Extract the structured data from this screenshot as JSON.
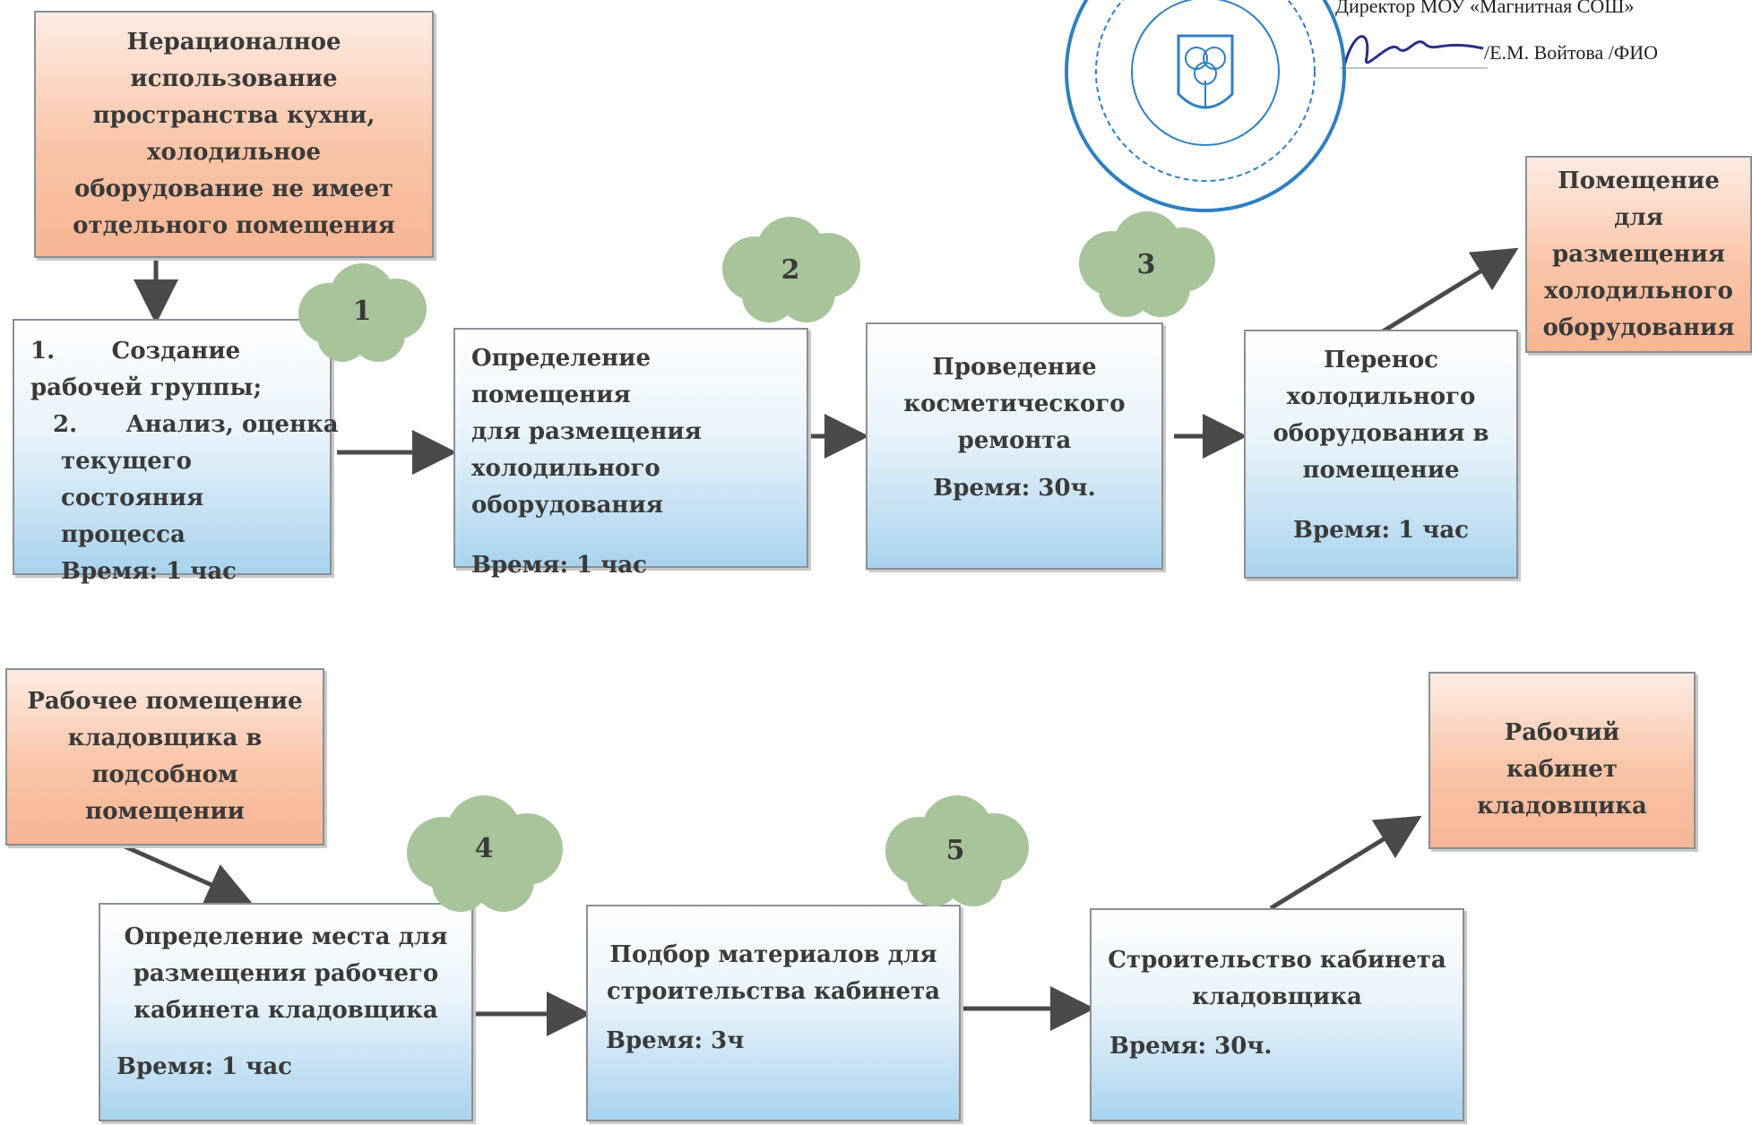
{
  "approval": {
    "director_line": "Директор МОУ «Магнитная СОШ»",
    "signature_line": "/Е.М. Войтова /ФИО"
  },
  "row1": {
    "problem": "Нерационалное использование пространства кухни, холодильное оборудование не имеет отдельного помещения",
    "steps": [
      {
        "number": "1",
        "lines": [
          "1.       Создание",
          "рабочей группы;",
          " 2.      Анализ, оценка",
          "текущего состояния",
          "процесса"
        ],
        "time": "Время: 1 час"
      },
      {
        "number": "2",
        "lines": [
          "Определение помещения",
          "для размещения",
          "холодильного",
          "оборудования"
        ],
        "time": "Время: 1 час"
      },
      {
        "number": "3",
        "lines": [
          "Проведение",
          "косметического",
          "ремонта"
        ],
        "time": "Время: 30ч."
      },
      {
        "number": "",
        "lines": [
          "Перенос",
          "холодильного",
          "оборудования в",
          "помещение"
        ],
        "time": "Время: 1 час"
      }
    ],
    "result": "Помещение для размещения холодильного оборудования"
  },
  "row2": {
    "problem": "Рабочее помещение кладовщика в подсобном помещении",
    "steps": [
      {
        "number": "4",
        "lines": [
          "Определение места для",
          "размещения рабочего",
          "кабинета кладовщика"
        ],
        "time": "Время: 1 час"
      },
      {
        "number": "5",
        "lines": [
          "Подбор материалов для",
          "строительства кабинета"
        ],
        "time": "Время: 3ч"
      },
      {
        "number": "",
        "lines": [
          "Строительство кабинета",
          "кладовщика"
        ],
        "time": "Время: 30ч."
      }
    ],
    "result": "Рабочий кабинет кладовщика"
  },
  "colors": {
    "problem_fill": "#f8bfa0",
    "step_fill": "#a9d3ee",
    "cloud_fill": "#a7c49b",
    "arrow": "#4a4a4a",
    "stamp": "#2f7fc1"
  }
}
